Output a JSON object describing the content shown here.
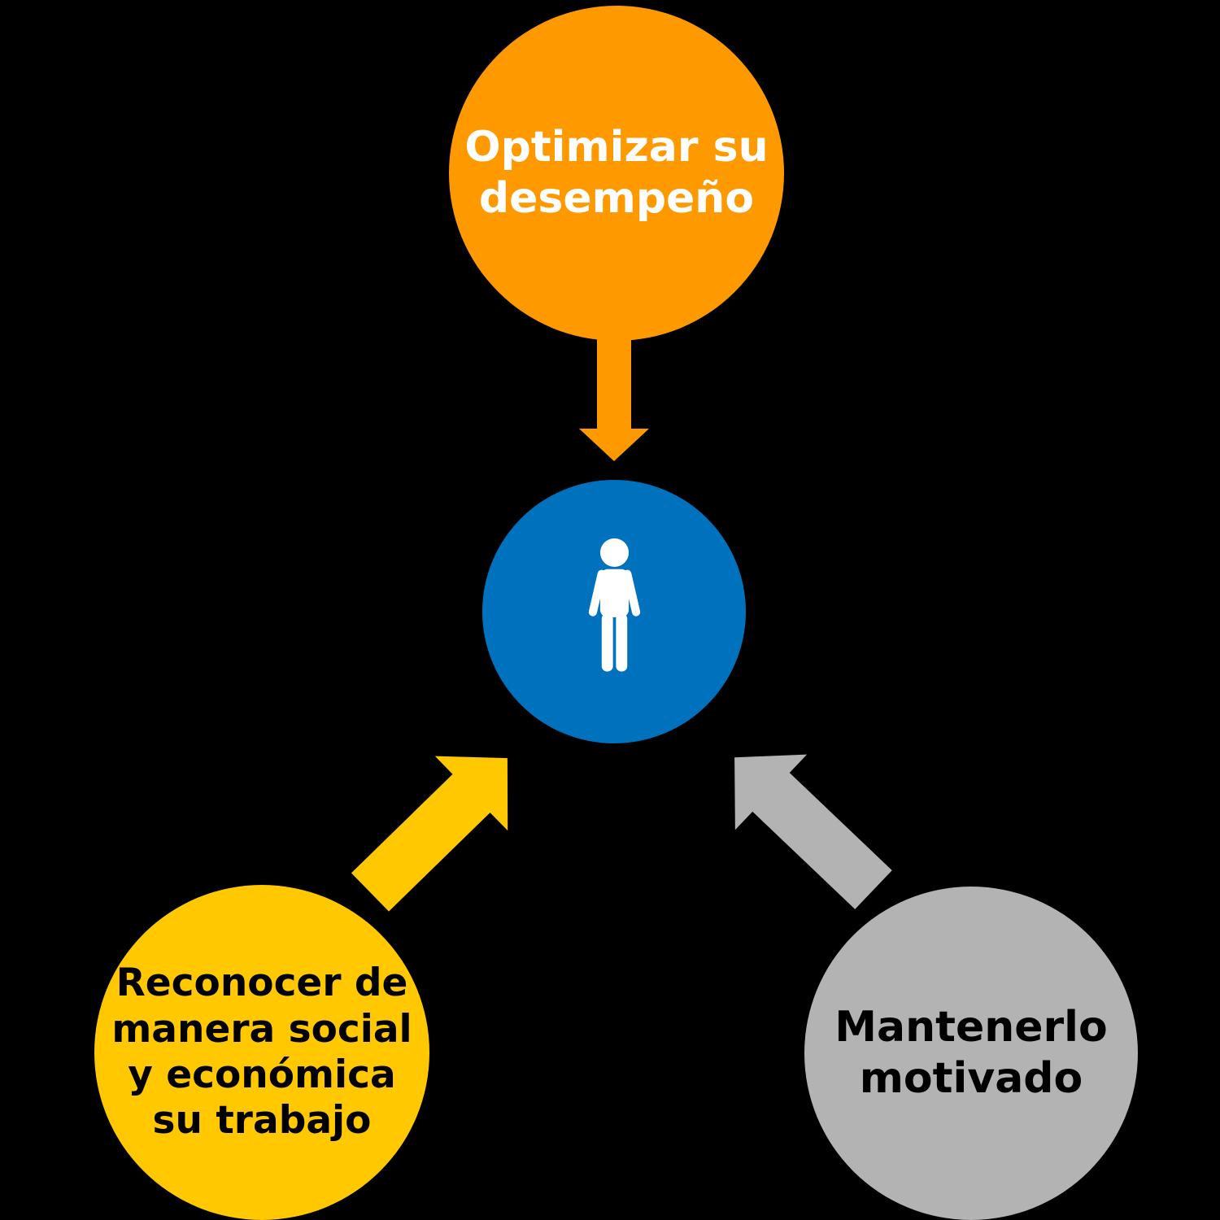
{
  "canvas": {
    "background": "#000000"
  },
  "nodes": {
    "top": {
      "label": "Optimizar su\ndesempeño",
      "fill": "#FF9900",
      "text_color": "#FFFFFF"
    },
    "center": {
      "icon": "person-icon",
      "fill": "#0071BC",
      "icon_color": "#FFFFFF"
    },
    "bottom_left": {
      "label": "Reconocer de\nmanera social\ny económica\nsu trabajo",
      "fill": "#FFC800",
      "text_color": "#000000"
    },
    "bottom_right": {
      "label": "Mantenerlo\nmotivado",
      "fill": "#B3B3B3",
      "text_color": "#000000"
    }
  },
  "arrows": {
    "top_to_center": {
      "direction": "down",
      "color": "#FF9900"
    },
    "bottom_left_to_center": {
      "direction": "up-right",
      "color": "#FFC800"
    },
    "bottom_right_to_center": {
      "direction": "up-left",
      "color": "#B3B3B3"
    }
  }
}
